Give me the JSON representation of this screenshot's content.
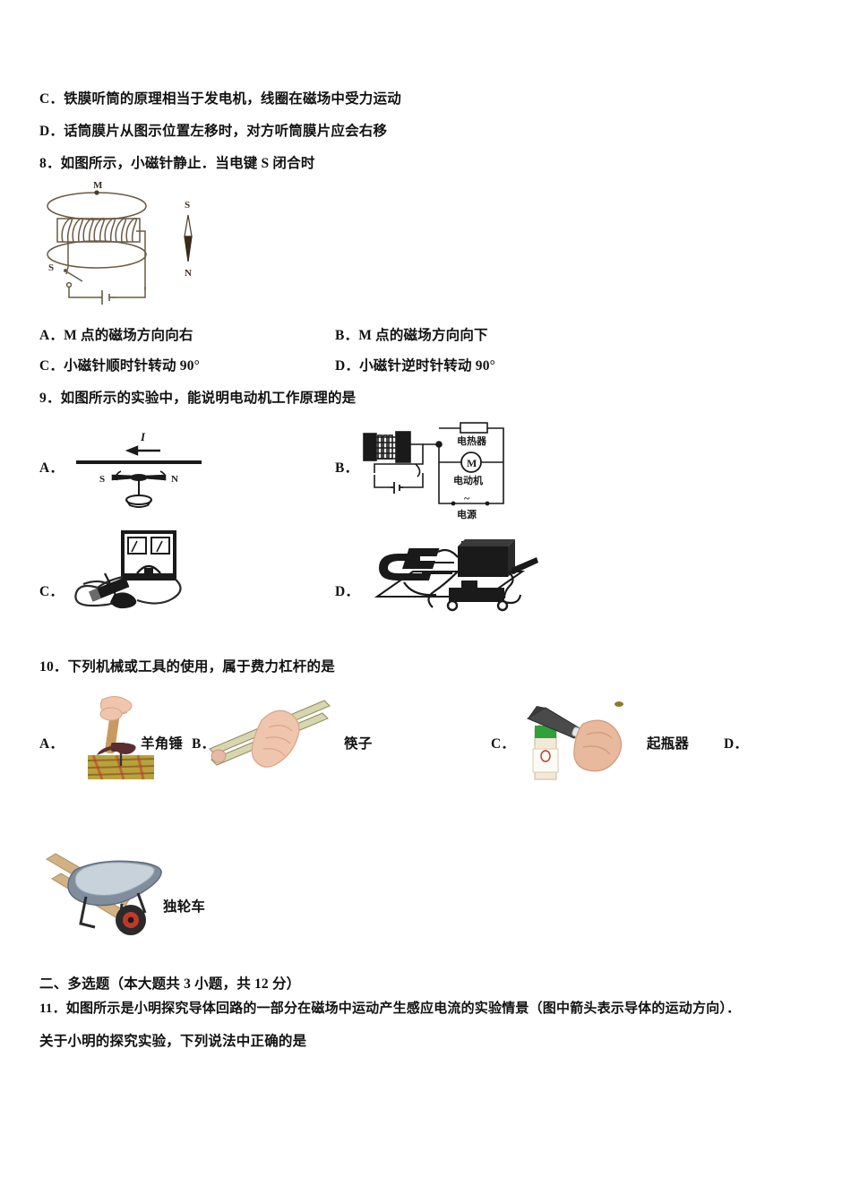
{
  "document": {
    "type": "physics-exam-paper",
    "language": "zh-CN"
  },
  "q7_options": [
    {
      "label": "C．",
      "text": "铁膜听筒的原理相当于发电机，线圈在磁场中受力运动"
    },
    {
      "label": "D．",
      "text": "话筒膜片从图示位置左移时，对方听筒膜片应会右移"
    }
  ],
  "q8": {
    "stem": "8．如图所示，小磁针静止．当电键 S 闭合时",
    "figure": {
      "point_label": "M",
      "switch_label": "S",
      "compass_north": "N",
      "compass_south": "S"
    },
    "options": [
      {
        "label": "A．",
        "text": "M 点的磁场方向向右"
      },
      {
        "label": "B．",
        "text": "M 点的磁场方向向下"
      },
      {
        "label": "C．",
        "text": "小磁针顺时针转动 90°"
      },
      {
        "label": "D．",
        "text": "小磁针逆时针转动 90°"
      }
    ]
  },
  "q9": {
    "stem": "9．如图所示的实验中，能说明电动机工作原理的是",
    "options": [
      {
        "label": "A．",
        "figure_labels": {
          "current": "I",
          "south": "S",
          "north": "N"
        }
      },
      {
        "label": "B．",
        "figure_labels": {
          "heater": "电热器",
          "motor": "电动机",
          "motor_symbol": "M",
          "power": "电源",
          "ac": "~"
        }
      },
      {
        "label": "C．",
        "figure_labels": {}
      },
      {
        "label": "D．",
        "figure_labels": {}
      }
    ]
  },
  "q10": {
    "stem": "10．下列机械或工具的使用，属于费力杠杆的是",
    "options": [
      {
        "label": "A．",
        "caption": "羊角锤"
      },
      {
        "label": "B．",
        "caption": "筷子"
      },
      {
        "label": "C．",
        "caption": "起瓶器"
      },
      {
        "label": "D．",
        "caption": "独轮车"
      }
    ]
  },
  "section_two": {
    "heading": "二、多选题（本大题共 3 小题，共 12 分）",
    "q11_line1": "11．如图所示是小明探究导体回路的一部分在磁场中运动产生感应电流的实验情景（图中箭头表示导体的运动方向）．",
    "q11_line2": "关于小明的探究实验，下列说法中正确的是"
  },
  "colors": {
    "text": "#111111",
    "diagram_sepia": "#6b5a45",
    "ink_black": "#1a1a1a",
    "hammer_handle": "#c89a63",
    "hammer_head": "#5a2e2e",
    "wood_block": "#b8a23d",
    "skin": "#f0c5ad",
    "chopstick": "#d8d6b0",
    "bottle_green": "#2fa03a",
    "wheel_tray": "#7f8d9c",
    "wheel_handle": "#d2b183",
    "wheel_tire": "#2a2a2a",
    "wheel_hub": "#c0392b"
  }
}
